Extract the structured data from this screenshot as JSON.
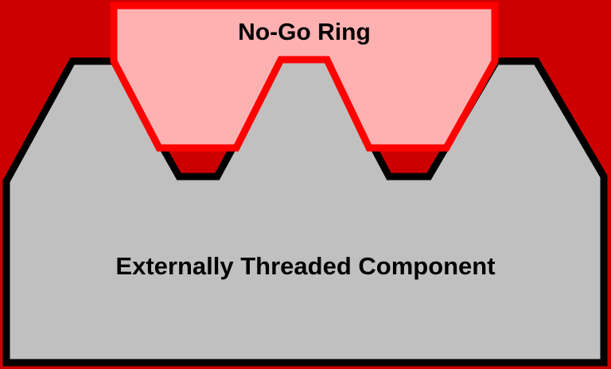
{
  "diagram": {
    "description": "Cross-section illustration of a No-Go thread ring gauge engaging an externally threaded component, with interference gaps shown in red at the thread roots"
  },
  "labels": {
    "no_go_ring": "No-Go Ring",
    "externally_threaded_component": "Externally Threaded Component"
  },
  "colors": {
    "background_red": "#CC0000",
    "ring_outline_red": "#FF0000",
    "ring_fill_pink": "#FFB1B1",
    "component_fill_gray": "#C0C0C0",
    "component_outline_black": "#000000",
    "label_text_black": "#000000"
  }
}
